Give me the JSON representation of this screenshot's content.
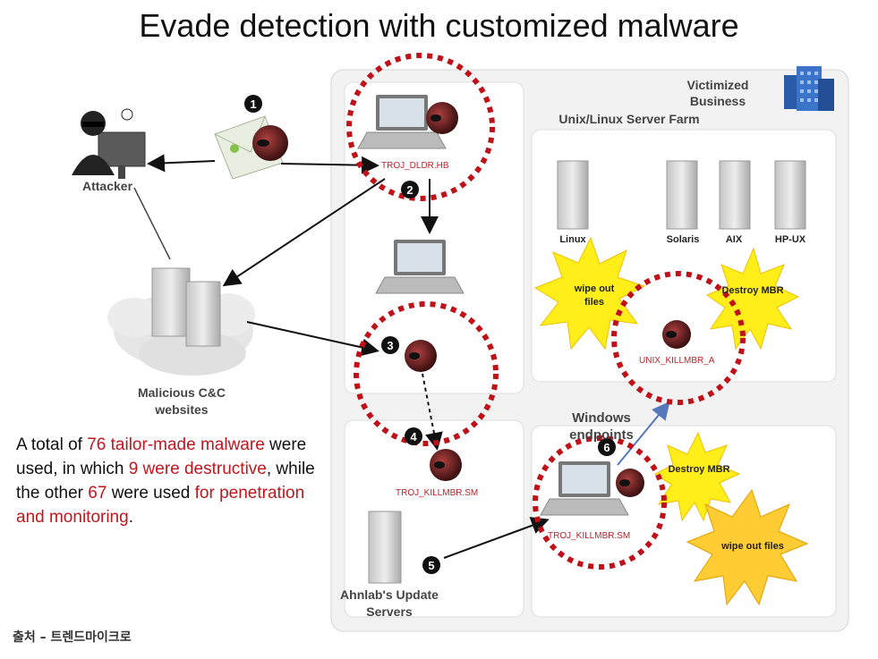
{
  "title": "Evade detection with customized malware",
  "labels": {
    "victimized": "Victimized Business",
    "server_farm": "Unix/Linux Server Farm",
    "attacker": "Attacker",
    "cc": "Malicious C&C websites",
    "update_servers": "Ahnlab's Update Servers",
    "windows": "Windows endpoints"
  },
  "servers": [
    {
      "name": "Linux"
    },
    {
      "name": "Solaris"
    },
    {
      "name": "AIX"
    },
    {
      "name": "HP-UX"
    }
  ],
  "malware": {
    "dldr": "TROJ_DLDR.HB",
    "killmbr_top": "TROJ_KILLMBR.SM",
    "killmbr_endpoint": "TROJ_KILLMBR.SM",
    "unix_kill": "UNIX_KILLMBR_A"
  },
  "bursts": {
    "wipe1": "wipe out files",
    "destroy1": "Destroy MBR",
    "destroy2": "Destroy MBR",
    "wipe2": "wipe out files"
  },
  "steps": [
    "1",
    "2",
    "3",
    "4",
    "5",
    "6"
  ],
  "summary": {
    "p1": "A total of ",
    "h1": "76 tailor-made malware",
    "p2": " were used, in which ",
    "h2": "9 were destructive",
    "p3": ", while the other ",
    "h3": "67",
    "p4": " were used ",
    "h4": "for penetration and monitoring",
    "p5": "."
  },
  "source": "출처 – 트렌드마이크로",
  "colors": {
    "highlight": "#c0161e",
    "dash_circle": "#c01018",
    "burst": "#ffee1a",
    "burst_orange": "#ffcc33"
  }
}
